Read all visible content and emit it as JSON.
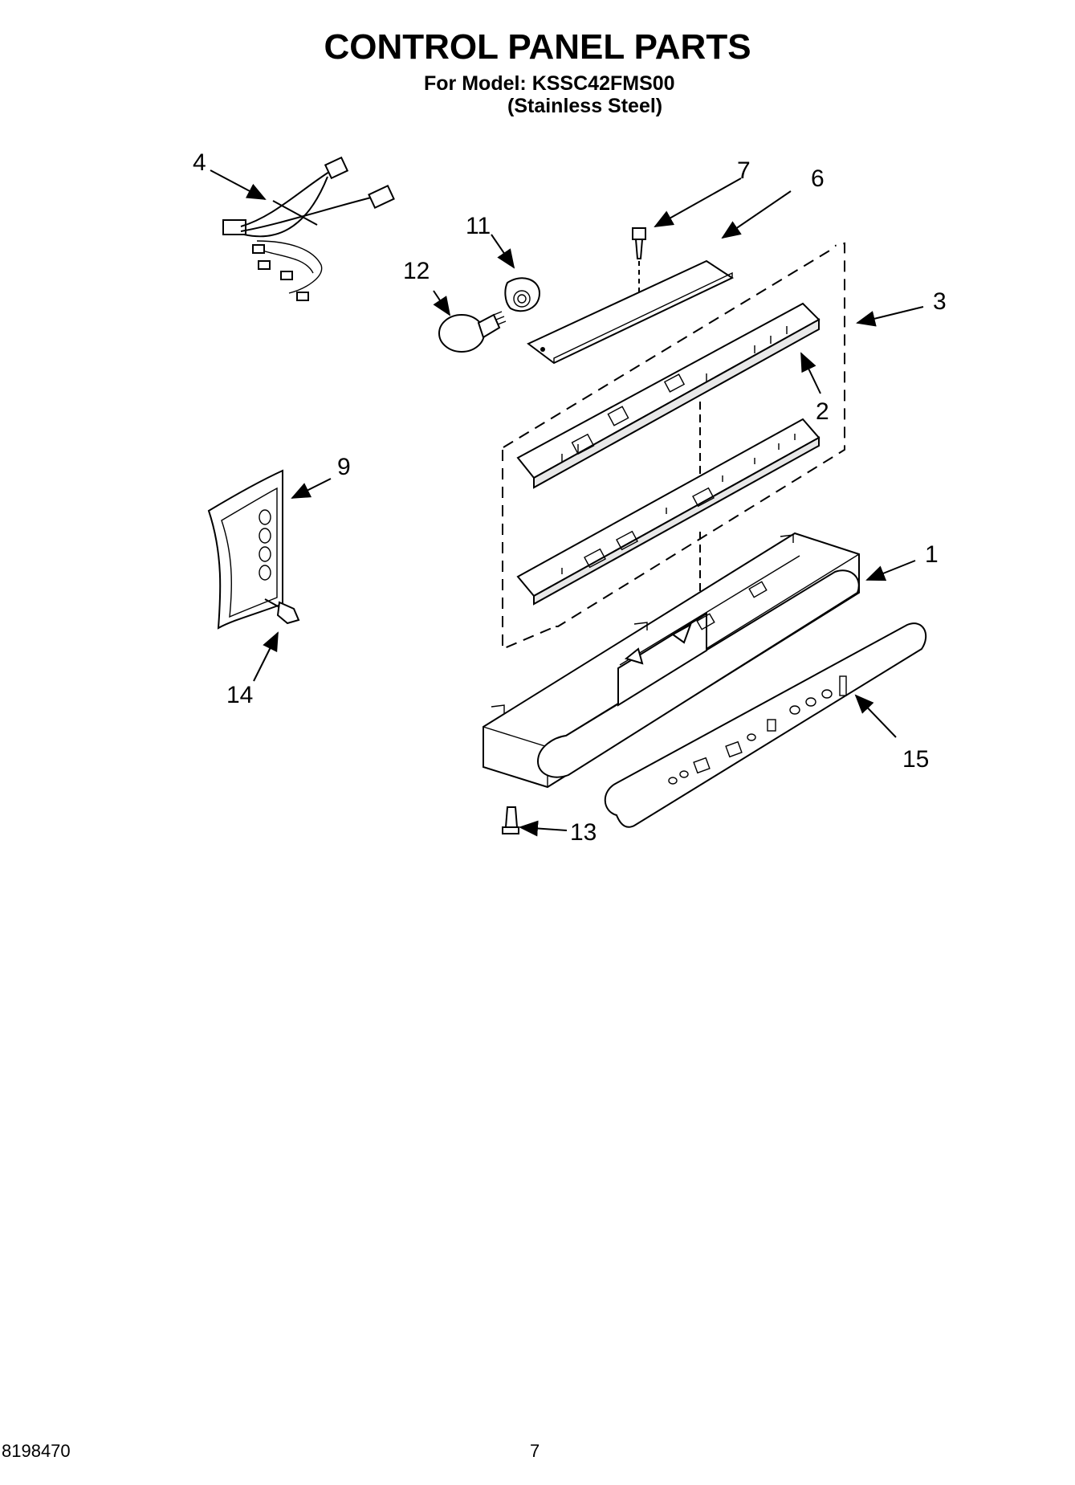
{
  "header": {
    "title": "CONTROL PANEL PARTS",
    "model_line": "For Model: KSSC42FMS00",
    "finish_line": "(Stainless Steel)"
  },
  "callouts": {
    "c1": "1",
    "c2": "2",
    "c3": "3",
    "c4": "4",
    "c6": "6",
    "c7": "7",
    "c9": "9",
    "c11": "11",
    "c12": "12",
    "c13": "13",
    "c14": "14",
    "c15": "15"
  },
  "footer": {
    "doc_number": "8198470",
    "page_number": "7"
  }
}
